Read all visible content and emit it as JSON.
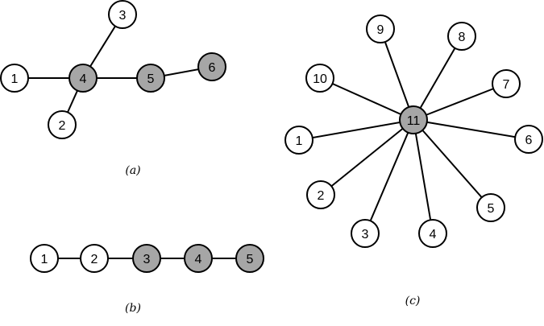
{
  "colors": {
    "filled": "#a6a6a6",
    "empty": "#ffffff",
    "stroke": "#000000"
  },
  "graphs": [
    {
      "id": "a",
      "caption": "(a)",
      "nodes": [
        {
          "id": "a1",
          "label": "1",
          "filled": false
        },
        {
          "id": "a2",
          "label": "2",
          "filled": false
        },
        {
          "id": "a3",
          "label": "3",
          "filled": false
        },
        {
          "id": "a4",
          "label": "4",
          "filled": true
        },
        {
          "id": "a5",
          "label": "5",
          "filled": true
        },
        {
          "id": "a6",
          "label": "6",
          "filled": true
        }
      ],
      "edges": [
        [
          "a1",
          "a4"
        ],
        [
          "a4",
          "a3"
        ],
        [
          "a4",
          "a2"
        ],
        [
          "a4",
          "a5"
        ],
        [
          "a5",
          "a6"
        ]
      ]
    },
    {
      "id": "b",
      "caption": "(b)",
      "nodes": [
        {
          "id": "b1",
          "label": "1",
          "filled": false
        },
        {
          "id": "b2",
          "label": "2",
          "filled": false
        },
        {
          "id": "b3",
          "label": "3",
          "filled": true
        },
        {
          "id": "b4",
          "label": "4",
          "filled": true
        },
        {
          "id": "b5",
          "label": "5",
          "filled": true
        }
      ],
      "edges": [
        [
          "b1",
          "b2"
        ],
        [
          "b2",
          "b3"
        ],
        [
          "b3",
          "b4"
        ],
        [
          "b4",
          "b5"
        ]
      ]
    },
    {
      "id": "c",
      "caption": "(c)",
      "nodes": [
        {
          "id": "c1",
          "label": "1",
          "filled": false
        },
        {
          "id": "c2",
          "label": "2",
          "filled": false
        },
        {
          "id": "c3",
          "label": "3",
          "filled": false
        },
        {
          "id": "c4",
          "label": "4",
          "filled": false
        },
        {
          "id": "c5",
          "label": "5",
          "filled": false
        },
        {
          "id": "c6",
          "label": "6",
          "filled": false
        },
        {
          "id": "c7",
          "label": "7",
          "filled": false
        },
        {
          "id": "c8",
          "label": "8",
          "filled": false
        },
        {
          "id": "c9",
          "label": "9",
          "filled": false
        },
        {
          "id": "c10",
          "label": "10",
          "filled": false
        },
        {
          "id": "c11",
          "label": "11",
          "filled": true
        }
      ],
      "edges": [
        [
          "c11",
          "c1"
        ],
        [
          "c11",
          "c2"
        ],
        [
          "c11",
          "c3"
        ],
        [
          "c11",
          "c4"
        ],
        [
          "c11",
          "c5"
        ],
        [
          "c11",
          "c6"
        ],
        [
          "c11",
          "c7"
        ],
        [
          "c11",
          "c8"
        ],
        [
          "c11",
          "c9"
        ],
        [
          "c11",
          "c10"
        ]
      ]
    }
  ]
}
